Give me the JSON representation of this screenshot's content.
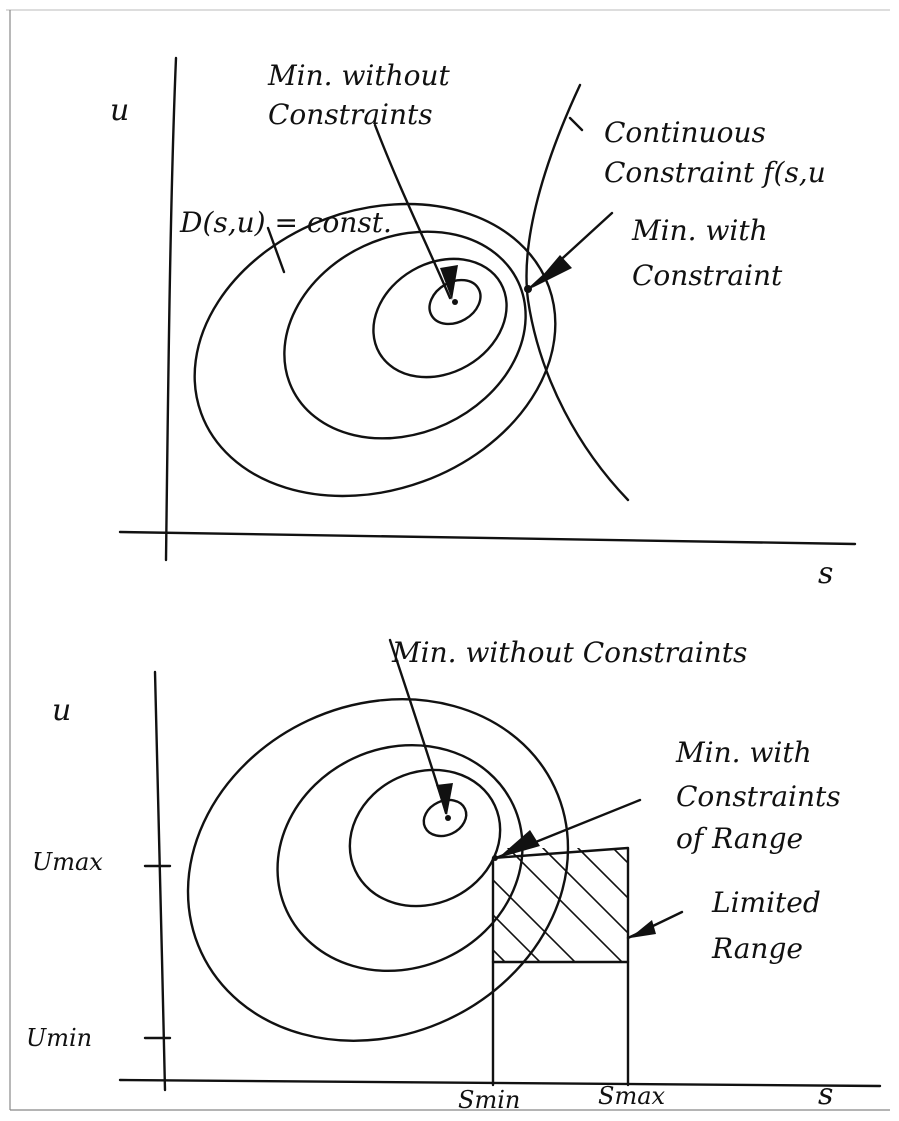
{
  "top": {
    "y_axis_label": "u",
    "x_axis_label": "s",
    "annotations": {
      "min_without": [
        "Min. without",
        "Constraints"
      ],
      "continuous": [
        "Continuous",
        "Constraint f(s,u"
      ],
      "min_with": [
        "Min. with",
        "Constraint"
      ],
      "contour": "D(s,u) = const."
    }
  },
  "bottom": {
    "y_axis_label": "u",
    "x_axis_label": "s",
    "annotations": {
      "min_without": "Min. without Constraints",
      "min_with": [
        "Min. with",
        "Constraints",
        "of Range"
      ],
      "limited_range": [
        "Limited",
        "Range"
      ]
    },
    "ticks": {
      "umax": "Umax",
      "umin": "Umin",
      "smin": "Smin",
      "smax": "Smax"
    }
  },
  "colors": {
    "ink": "#111111",
    "paper": "#ffffff"
  }
}
